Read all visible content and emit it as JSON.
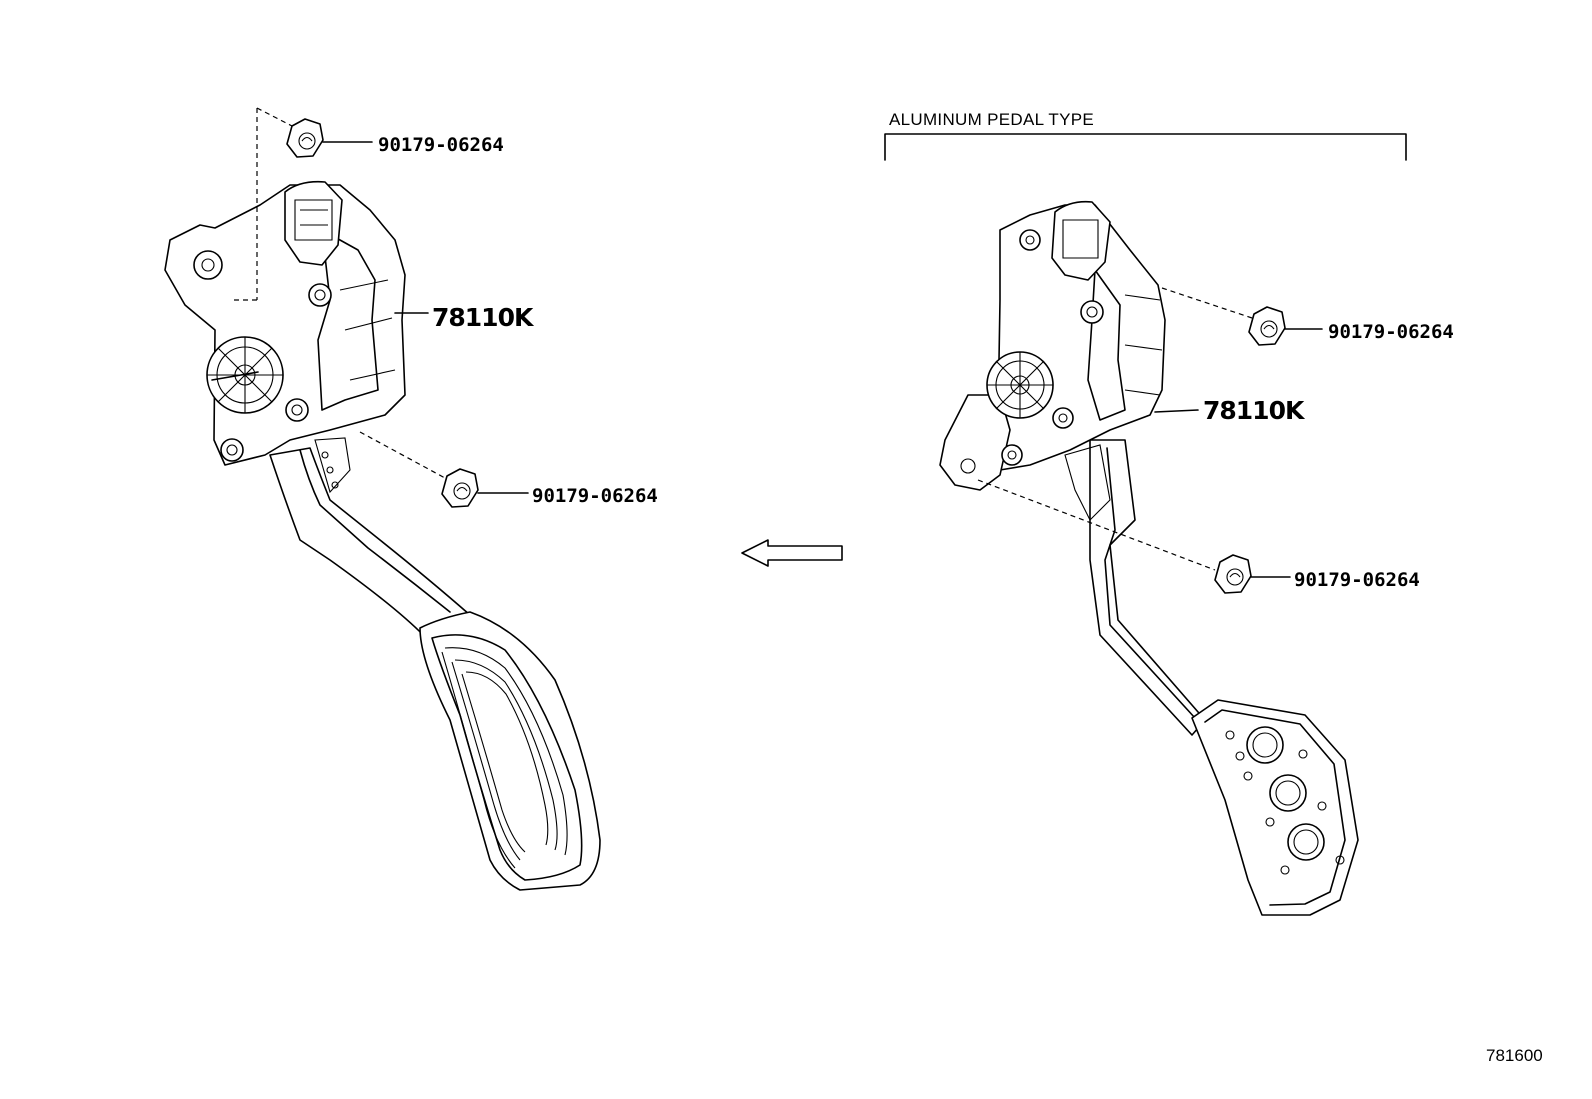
{
  "section_label": "ALUMINUM PEDAL TYPE",
  "illustration_number": "781600",
  "callouts": {
    "left_nut_top": "90179-06264",
    "left_pedal_assy": "78110K",
    "left_nut_bottom": "90179-06264",
    "right_nut_top": "90179-06264",
    "right_pedal_assy": "78110K",
    "right_nut_bottom": "90179-06264"
  }
}
